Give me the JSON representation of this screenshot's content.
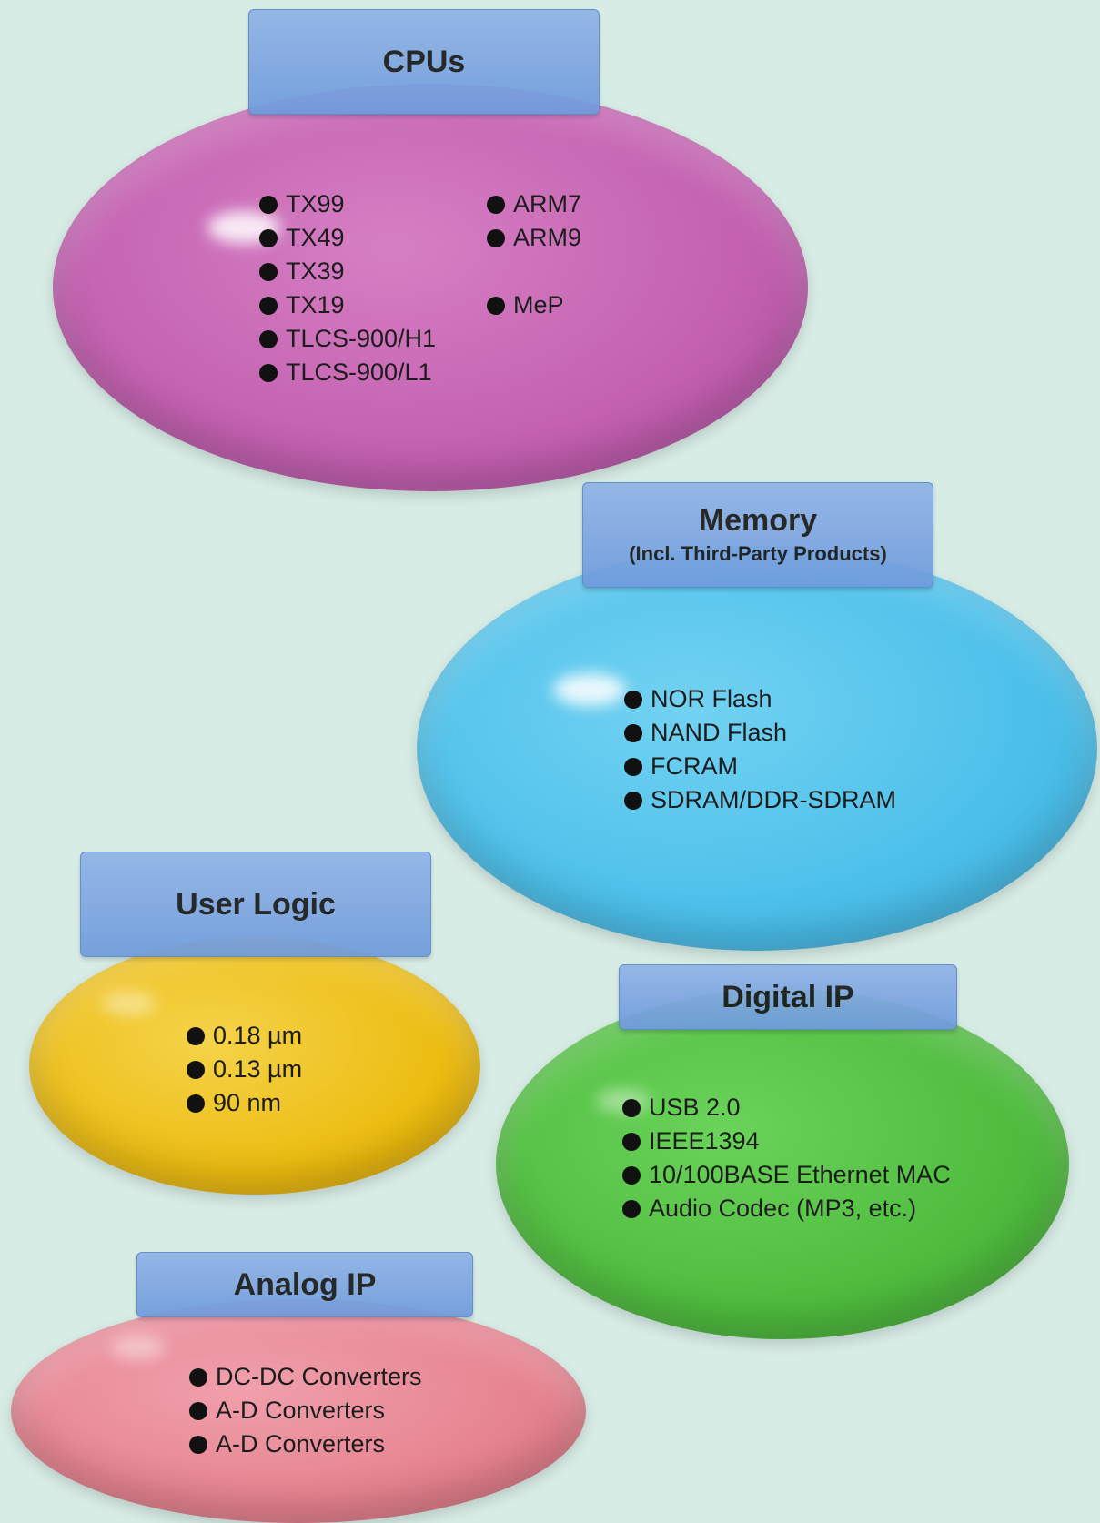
{
  "cpus": {
    "title": "CPUs",
    "left_items": [
      "TX99",
      "TX49",
      "TX39",
      "TX19",
      "TLCS-900/H1",
      "TLCS-900/L1"
    ],
    "right_items": [
      "ARM7",
      "ARM9",
      "",
      "MeP"
    ]
  },
  "memory": {
    "title": "Memory",
    "subtitle": "(Incl. Third-Party Products)",
    "items": [
      "NOR Flash",
      "NAND Flash",
      "FCRAM",
      "SDRAM/DDR-SDRAM"
    ]
  },
  "user_logic": {
    "title": "User Logic",
    "items": [
      "0.18 µm",
      "0.13 µm",
      "90 nm"
    ]
  },
  "digital_ip": {
    "title": "Digital IP",
    "items": [
      "USB 2.0",
      "IEEE1394",
      "10/100BASE Ethernet MAC",
      "Audio Codec (MP3, etc.)"
    ]
  },
  "analog_ip": {
    "title": "Analog IP",
    "items": [
      "DC-DC Converters",
      "A-D Converters",
      "A-D Converters"
    ]
  },
  "colors": {
    "background": "#d8ece6",
    "cpus": "#c361b0",
    "memory": "#4cc0ea",
    "user_logic": "#ecbd12",
    "digital_ip": "#4fbc3e",
    "analog_ip": "#e68390",
    "tab": "#7ea6e0"
  },
  "icons": {
    "bullet": "filled-circle-bullet-icon"
  }
}
